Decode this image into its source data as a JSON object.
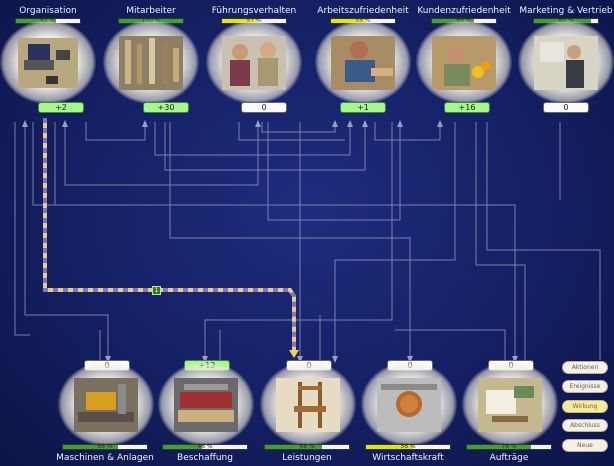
{
  "top_factors": [
    {
      "id": "organisation",
      "label": "Organisation",
      "percent": "62 %",
      "fill": 0.62,
      "fill_color": "#3aa52a",
      "value": "+2",
      "value_state": "pos",
      "photo": "laptop-desk-photo"
    },
    {
      "id": "mitarbeiter",
      "label": "Mitarbeiter",
      "percent": "100 %",
      "fill": 1.0,
      "fill_color": "#3aa52a",
      "value": "+30",
      "value_state": "pos",
      "photo": "workshop-tools-photo"
    },
    {
      "id": "fuehrungsverhalten",
      "label": "Führungsverhalten",
      "percent": "57 %",
      "fill": 0.57,
      "fill_color": "#e0e800",
      "value": "0",
      "value_state": "neutral",
      "photo": "managers-talking-photo"
    },
    {
      "id": "arbeitszufriedenheit",
      "label": "Arbeitszufriedenheit",
      "percent": "55 %",
      "fill": 0.55,
      "fill_color": "#e0e800",
      "value": "+1",
      "value_state": "pos",
      "photo": "craftsman-working-photo"
    },
    {
      "id": "kundenzufriedenheit",
      "label": "Kundenzufriedenheit",
      "percent": "65 %",
      "fill": 0.65,
      "fill_color": "#3aa52a",
      "value": "+16",
      "value_state": "pos",
      "photo": "customer-flowers-photo"
    },
    {
      "id": "marketing",
      "label": "Marketing & Vertrieb",
      "percent": "89 %",
      "fill": 0.89,
      "fill_color": "#3aa52a",
      "value": "0",
      "value_state": "neutral",
      "photo": "presentation-photo"
    }
  ],
  "bottom_factors": [
    {
      "id": "maschinen",
      "label": "Maschinen & Anlagen",
      "percent": "66 %",
      "fill": 0.66,
      "fill_color": "#3aa52a",
      "value": "0",
      "value_state": "neutral",
      "photo": "machine-saw-photo"
    },
    {
      "id": "beschaffung",
      "label": "Beschaffung",
      "percent": "46 %",
      "fill": 0.46,
      "fill_color": "#3aa52a",
      "value": "+12",
      "value_state": "pos",
      "photo": "wood-stock-photo"
    },
    {
      "id": "leistungen",
      "label": "Leistungen",
      "percent": "68 %",
      "fill": 0.68,
      "fill_color": "#3aa52a",
      "value": "0",
      "value_state": "neutral",
      "photo": "wooden-chair-photo"
    },
    {
      "id": "wirtschaftskraft",
      "label": "Wirtschaftskraft",
      "percent": "56 %",
      "fill": 0.56,
      "fill_color": "#e0e800",
      "value": "0",
      "value_state": "neutral",
      "photo": "coin-photo"
    },
    {
      "id": "auftraege",
      "label": "Aufträge",
      "percent": "76 %",
      "fill": 0.76,
      "fill_color": "#3aa52a",
      "value": "0",
      "value_state": "neutral",
      "photo": "paperwork-photo"
    }
  ],
  "side_buttons": [
    {
      "label": "Aktionen",
      "active": false
    },
    {
      "label": "Ereignisse",
      "active": false
    },
    {
      "label": "Wirkung",
      "active": true
    },
    {
      "label": "Abschluss",
      "active": false
    },
    {
      "label": "Neue",
      "active": false
    }
  ],
  "path_marker": "1",
  "colors": {
    "background": "#142063",
    "wire": "#9aa0c0",
    "highlight_a": "#f2d060",
    "highlight_b": "#7b74d6",
    "value_positive": "#a6f78c"
  }
}
